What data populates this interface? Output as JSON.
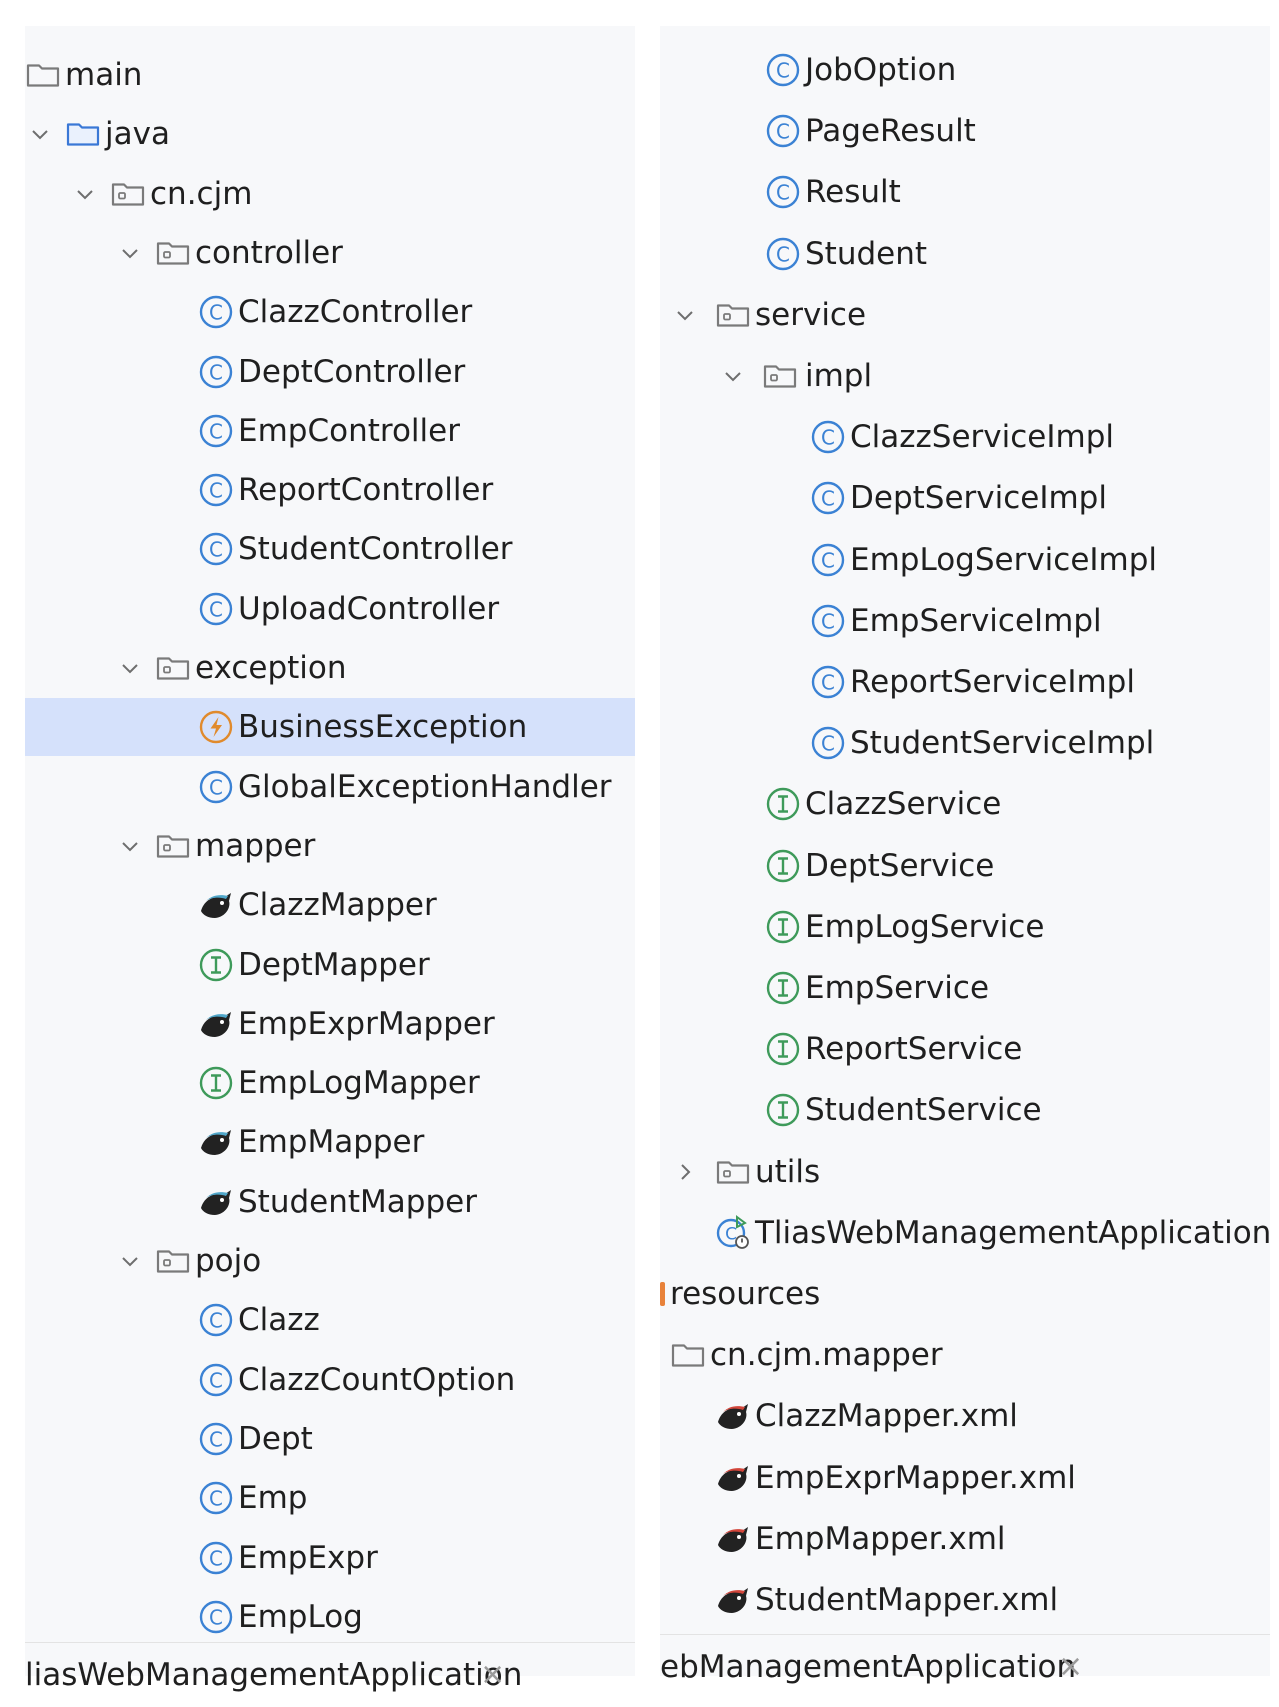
{
  "left_tree": [
    {
      "label": "main",
      "icon": "folder-plain",
      "chevron": "none"
    },
    {
      "label": "java",
      "icon": "folder-source",
      "chevron": "down"
    },
    {
      "label": "cn.cjm",
      "icon": "folder-package",
      "chevron": "down"
    },
    {
      "label": "controller",
      "icon": "folder-package",
      "chevron": "down"
    },
    {
      "label": "ClazzController",
      "icon": "class",
      "chevron": "none"
    },
    {
      "label": "DeptController",
      "icon": "class",
      "chevron": "none"
    },
    {
      "label": "EmpController",
      "icon": "class",
      "chevron": "none"
    },
    {
      "label": "ReportController",
      "icon": "class",
      "chevron": "none"
    },
    {
      "label": "StudentController",
      "icon": "class",
      "chevron": "none"
    },
    {
      "label": "UploadController",
      "icon": "class",
      "chevron": "none"
    },
    {
      "label": "exception",
      "icon": "folder-package",
      "chevron": "down"
    },
    {
      "label": "BusinessException",
      "icon": "exception",
      "chevron": "none",
      "selected": true
    },
    {
      "label": "GlobalExceptionHandler",
      "icon": "class",
      "chevron": "none"
    },
    {
      "label": "mapper",
      "icon": "folder-package",
      "chevron": "down"
    },
    {
      "label": "ClazzMapper",
      "icon": "mybatis",
      "chevron": "none"
    },
    {
      "label": "DeptMapper",
      "icon": "interface",
      "chevron": "none"
    },
    {
      "label": "EmpExprMapper",
      "icon": "mybatis",
      "chevron": "none"
    },
    {
      "label": "EmpLogMapper",
      "icon": "interface",
      "chevron": "none"
    },
    {
      "label": "EmpMapper",
      "icon": "mybatis",
      "chevron": "none"
    },
    {
      "label": "StudentMapper",
      "icon": "mybatis",
      "chevron": "none"
    },
    {
      "label": "pojo",
      "icon": "folder-package",
      "chevron": "down"
    },
    {
      "label": "Clazz",
      "icon": "class",
      "chevron": "none"
    },
    {
      "label": "ClazzCountOption",
      "icon": "class",
      "chevron": "none"
    },
    {
      "label": "Dept",
      "icon": "class",
      "chevron": "none"
    },
    {
      "label": "Emp",
      "icon": "class",
      "chevron": "none"
    },
    {
      "label": "EmpExpr",
      "icon": "class",
      "chevron": "none"
    },
    {
      "label": "EmpLog",
      "icon": "class",
      "chevron": "none"
    }
  ],
  "right_tree": [
    {
      "label": "JobOption",
      "icon": "class",
      "chevron": "none"
    },
    {
      "label": "PageResult",
      "icon": "class",
      "chevron": "none"
    },
    {
      "label": "Result",
      "icon": "class",
      "chevron": "none"
    },
    {
      "label": "Student",
      "icon": "class",
      "chevron": "none"
    },
    {
      "label": "service",
      "icon": "folder-package",
      "chevron": "down"
    },
    {
      "label": "impl",
      "icon": "folder-package",
      "chevron": "down"
    },
    {
      "label": "ClazzServiceImpl",
      "icon": "class",
      "chevron": "none"
    },
    {
      "label": "DeptServiceImpl",
      "icon": "class",
      "chevron": "none"
    },
    {
      "label": "EmpLogServiceImpl",
      "icon": "class",
      "chevron": "none"
    },
    {
      "label": "EmpServiceImpl",
      "icon": "class",
      "chevron": "none"
    },
    {
      "label": "ReportServiceImpl",
      "icon": "class",
      "chevron": "none"
    },
    {
      "label": "StudentServiceImpl",
      "icon": "class",
      "chevron": "none"
    },
    {
      "label": "ClazzService",
      "icon": "interface",
      "chevron": "none"
    },
    {
      "label": "DeptService",
      "icon": "interface",
      "chevron": "none"
    },
    {
      "label": "EmpLogService",
      "icon": "interface",
      "chevron": "none"
    },
    {
      "label": "EmpService",
      "icon": "interface",
      "chevron": "none"
    },
    {
      "label": "ReportService",
      "icon": "interface",
      "chevron": "none"
    },
    {
      "label": "StudentService",
      "icon": "interface",
      "chevron": "none"
    },
    {
      "label": "utils",
      "icon": "folder-package",
      "chevron": "right"
    },
    {
      "label": "TliasWebManagementApplication",
      "icon": "spring-boot-class",
      "chevron": "none"
    },
    {
      "label": "resources",
      "icon": "none",
      "chevron": "none"
    },
    {
      "label": "cn.cjm.mapper",
      "icon": "folder-plain",
      "chevron": "none"
    },
    {
      "label": "ClazzMapper.xml",
      "icon": "mybatis-xml",
      "chevron": "none"
    },
    {
      "label": "EmpExprMapper.xml",
      "icon": "mybatis-xml",
      "chevron": "none"
    },
    {
      "label": "EmpMapper.xml",
      "icon": "mybatis-xml",
      "chevron": "none"
    },
    {
      "label": "StudentMapper.xml",
      "icon": "mybatis-xml",
      "chevron": "none"
    }
  ],
  "left_tab": {
    "title": "liasWebManagementApplication",
    "close": "×"
  },
  "right_tab": {
    "title": "ebManagementApplication",
    "close": "×"
  },
  "colors": {
    "panel_bg": "#f7f8fa",
    "selected_bg": "#d5e1fb",
    "class_blue": "#3b82d4",
    "interface_green": "#3e9a5a",
    "exception_orange": "#e08a2c",
    "folder_gray": "#7a7a7a",
    "folder_blue": "#3a78d6"
  }
}
